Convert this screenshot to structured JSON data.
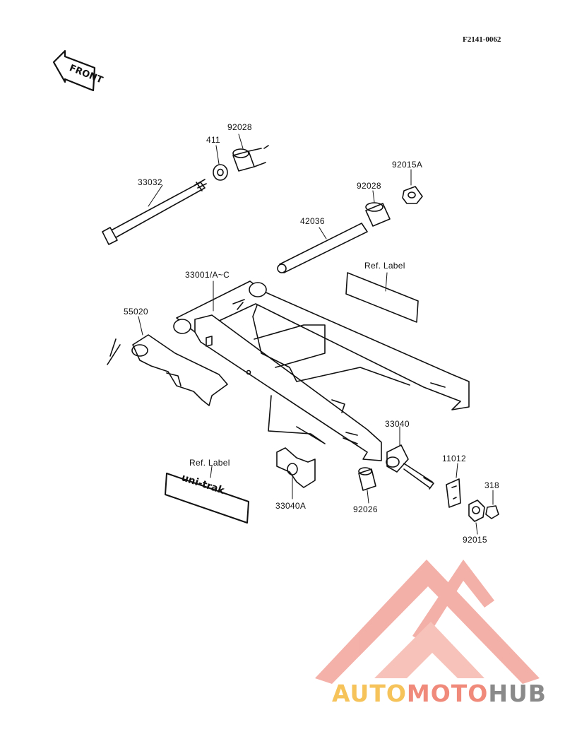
{
  "diagram": {
    "code": "F2141-0062",
    "front_label": "FRONT",
    "ref_label_text": "Ref. Label",
    "sticker_text": "uni-trak",
    "parts": [
      {
        "id": "p-92028-top",
        "number": "92028"
      },
      {
        "id": "p-411",
        "number": "411"
      },
      {
        "id": "p-33032",
        "number": "33032"
      },
      {
        "id": "p-92015a",
        "number": "92015A"
      },
      {
        "id": "p-92028-right",
        "number": "92028"
      },
      {
        "id": "p-42036",
        "number": "42036"
      },
      {
        "id": "p-ref-label-top",
        "number": "Ref. Label"
      },
      {
        "id": "p-33001",
        "number": "33001/A~C"
      },
      {
        "id": "p-55020",
        "number": "55020"
      },
      {
        "id": "p-33040",
        "number": "33040"
      },
      {
        "id": "p-11012",
        "number": "11012"
      },
      {
        "id": "p-318",
        "number": "318"
      },
      {
        "id": "p-ref-label-bottom",
        "number": "Ref. Label"
      },
      {
        "id": "p-33040a",
        "number": "33040A"
      },
      {
        "id": "p-92026",
        "number": "92026"
      },
      {
        "id": "p-92015",
        "number": "92015"
      }
    ]
  },
  "watermark": {
    "brand_part1": "AUTO",
    "brand_part2": "MOTO",
    "brand_part3": "HUB",
    "color_yellow": "#f5c35a",
    "color_red": "#f08a7a",
    "color_gray": "#8a8a8a"
  }
}
